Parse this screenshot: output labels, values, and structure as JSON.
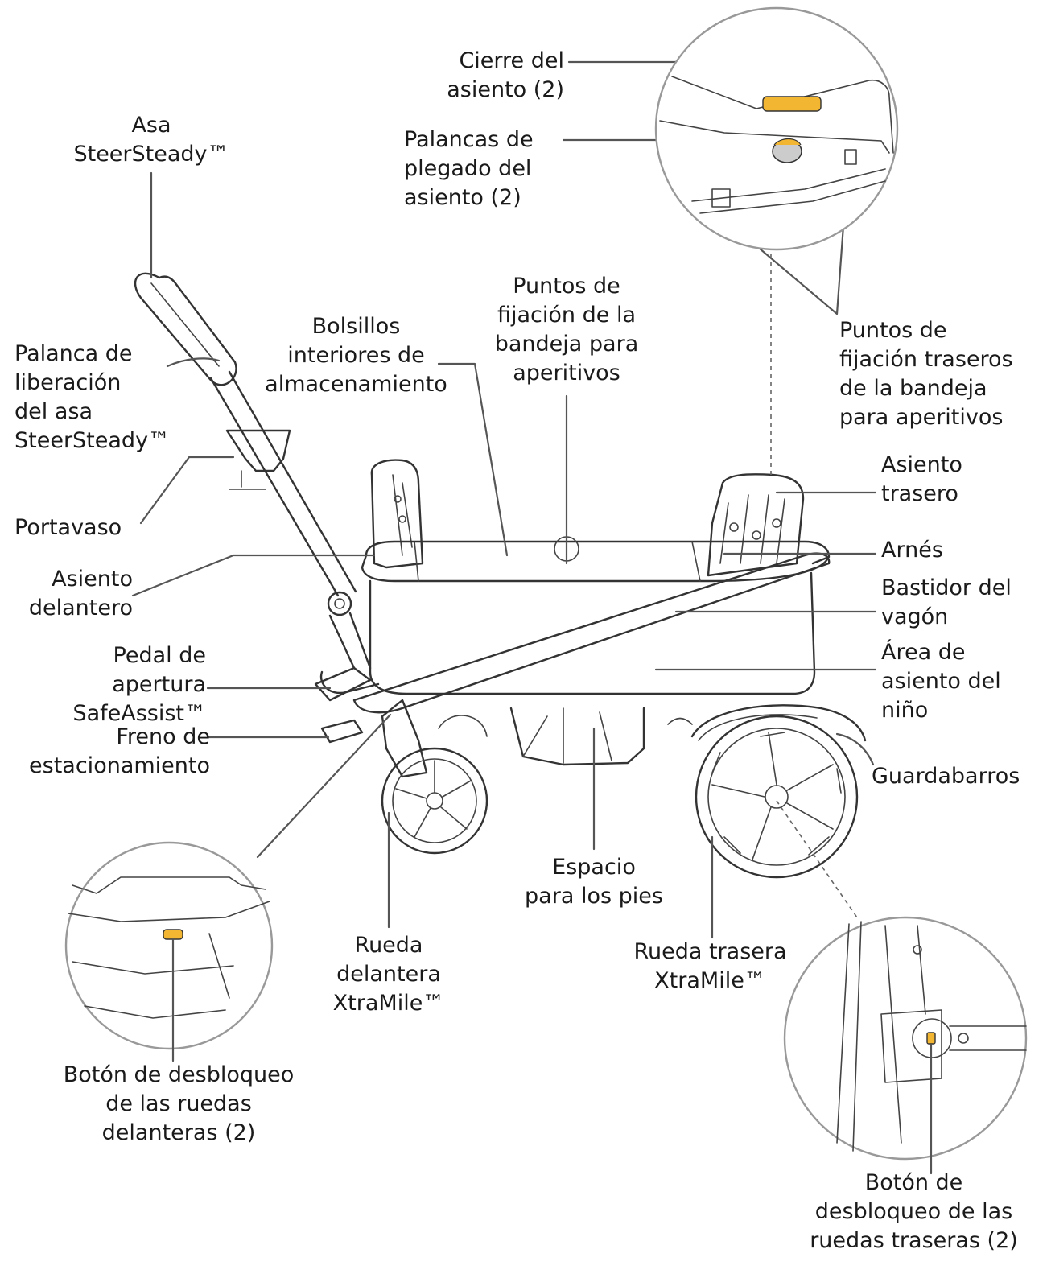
{
  "colors": {
    "accent": "#F2B632",
    "line": "#555555",
    "text": "#1a1a1a"
  },
  "labels": {
    "seat_latch": "Cierre del\nasiento (2)",
    "seat_fold_levers": "Palancas de\nplegado del\nasiento (2)",
    "handle": "Asa\nSteerSteady™",
    "handle_release": "Palanca de\nliberación\ndel asa\nSteerSteady™",
    "cup_holder": "Portavaso",
    "front_seat": "Asiento\ndelantero",
    "interior_pockets": "Bolsillos\ninteriores de\nalmacenamiento",
    "snack_tray_points": "Puntos de\nfijación de la\nbandeja para\naperitivos",
    "rear_snack_tray_points": "Puntos de\nfijación traseros\nde la bandeja\npara aperitivos",
    "rear_seat": "Asiento\ntrasero",
    "harness": "Arnés",
    "frame": "Bastidor del\nvagón",
    "seating_area": "Área de\nasiento del\nniño",
    "safeassist_pedal": "Pedal de\napertura\nSafeAssist™",
    "parking_brake": "Freno de\nestacionamiento",
    "fenders": "Guardabarros",
    "footwell": "Espacio\npara los pies",
    "front_wheel": "Rueda\ndelantera\nXtraMile™",
    "rear_wheel": "Rueda trasera\nXtraMile™",
    "front_wheel_release": "Botón de desbloqueo\nde las ruedas\ndelanteras (2)",
    "rear_wheel_release": "Botón de\ndesbloqueo de las\nruedas traseras (2)"
  }
}
